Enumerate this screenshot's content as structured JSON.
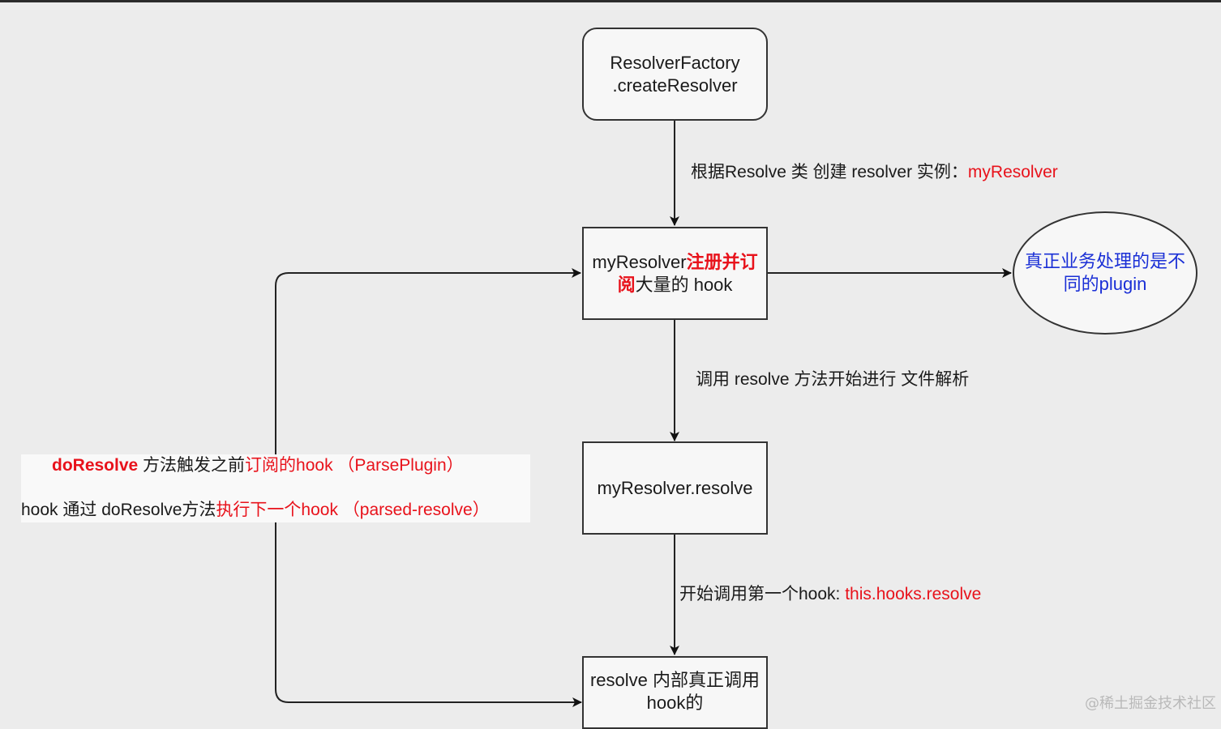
{
  "nodes": {
    "factory": {
      "line1": "ResolverFactory",
      "line2": ".createResolver"
    },
    "register": {
      "part1": "myResolver",
      "part2": "注册并订",
      "part3": "阅",
      "part4": "大量的 hook"
    },
    "resolve_call": {
      "text": "myResolver.resolve"
    },
    "resolve_hook": {
      "line1": "resolve 内部真正调用",
      "line2": "hook的"
    },
    "plugin": {
      "line1": "真正业务处理的是不",
      "line2": "同的plugin"
    }
  },
  "edge_labels": {
    "create": {
      "text": "根据Resolve 类 创建 resolver 实例：",
      "highlight": "myResolver"
    },
    "start_resolve": {
      "text": "调用 resolve 方法开始进行 文件解析"
    },
    "first_hook": {
      "text": "开始调用第一个hook: ",
      "highlight": "this.hooks.resolve"
    }
  },
  "note": {
    "line1": {
      "bold": "doResolve",
      "text": " 方法触发之前",
      "highlight": "订阅的hook （ParsePlugin）"
    },
    "line2": {
      "text": "hook 通过 doResolve方法",
      "highlight": "执行下一个hook （parsed-resolve）"
    }
  },
  "watermark": "@稀土掘金技术社区",
  "colors": {
    "highlight": "#e8121b",
    "plugin_text": "#1a2fd6",
    "stroke": "#333333"
  }
}
